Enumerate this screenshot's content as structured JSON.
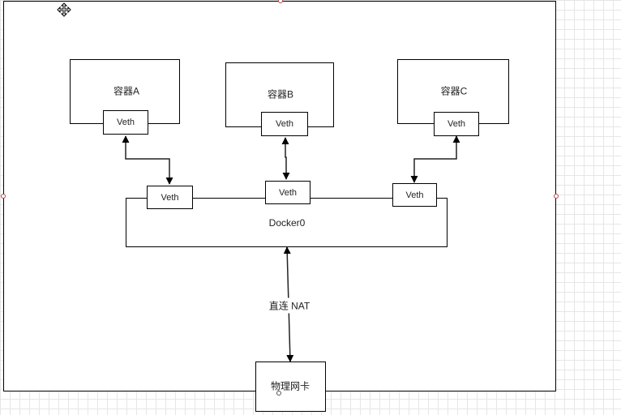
{
  "diagram": {
    "containers": [
      {
        "label": "容器A",
        "veth": "Veth"
      },
      {
        "label": "容器B",
        "veth": "Veth"
      },
      {
        "label": "容器C",
        "veth": "Veth"
      }
    ],
    "bridge": {
      "label": "Docker0",
      "veths": [
        "Veth",
        "Veth",
        "Veth"
      ]
    },
    "link_label": "直连 NAT",
    "nic_label": "物理网卡"
  }
}
